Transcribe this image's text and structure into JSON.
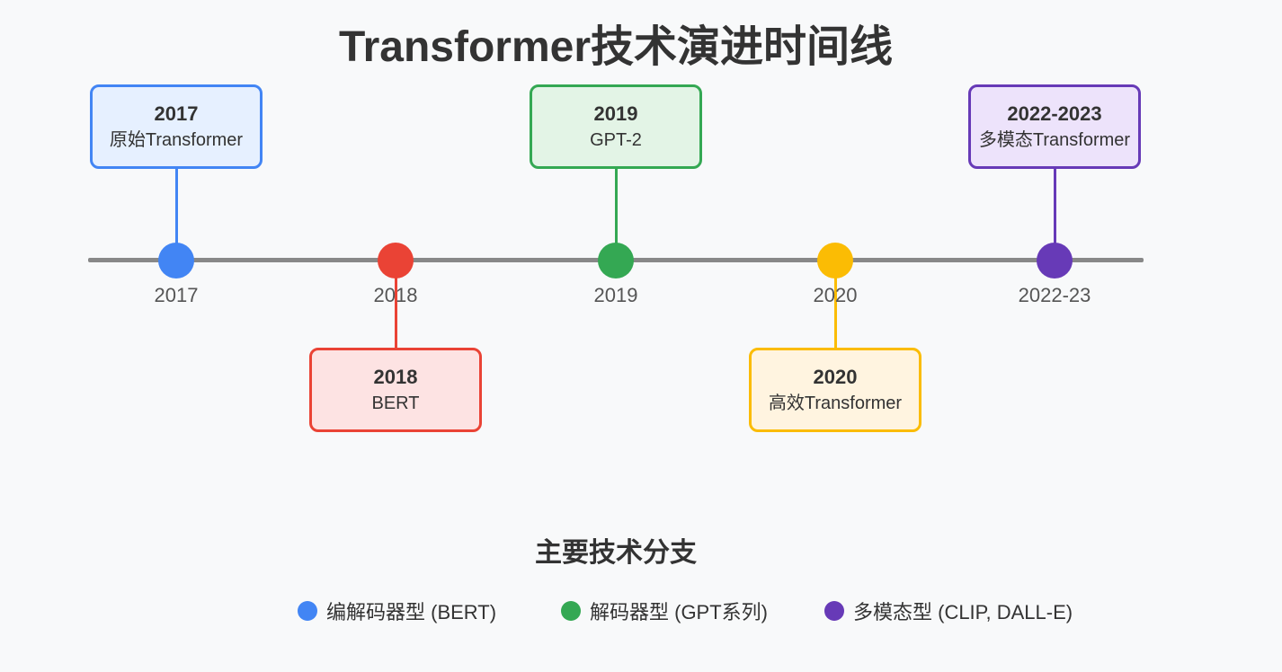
{
  "title": "Transformer技术演进时间线",
  "timeline": {
    "axis_color": "#888888",
    "events": [
      {
        "tick": "2017",
        "year": "2017",
        "name": "原始Transformer",
        "position": "above",
        "color": "#4285f4",
        "fill": "#e6f0ff"
      },
      {
        "tick": "2018",
        "year": "2018",
        "name": "BERT",
        "position": "below",
        "color": "#ea4335",
        "fill": "#fde3e3"
      },
      {
        "tick": "2019",
        "year": "2019",
        "name": "GPT-2",
        "position": "above",
        "color": "#34a853",
        "fill": "#e3f4e6"
      },
      {
        "tick": "2020",
        "year": "2020",
        "name": "高效Transformer",
        "position": "below",
        "color": "#fbbc04",
        "fill": "#fff4e0"
      },
      {
        "tick": "2022-23",
        "year": "2022-2023",
        "name": "多模态Transformer",
        "position": "above",
        "color": "#673ab7",
        "fill": "#ede3fb"
      }
    ]
  },
  "legend": {
    "title": "主要技术分支",
    "items": [
      {
        "label": "编解码器型 (BERT)",
        "color": "#4285f4"
      },
      {
        "label": "解码器型 (GPT系列)",
        "color": "#34a853"
      },
      {
        "label": "多模态型 (CLIP, DALL-E)",
        "color": "#673ab7"
      }
    ]
  }
}
